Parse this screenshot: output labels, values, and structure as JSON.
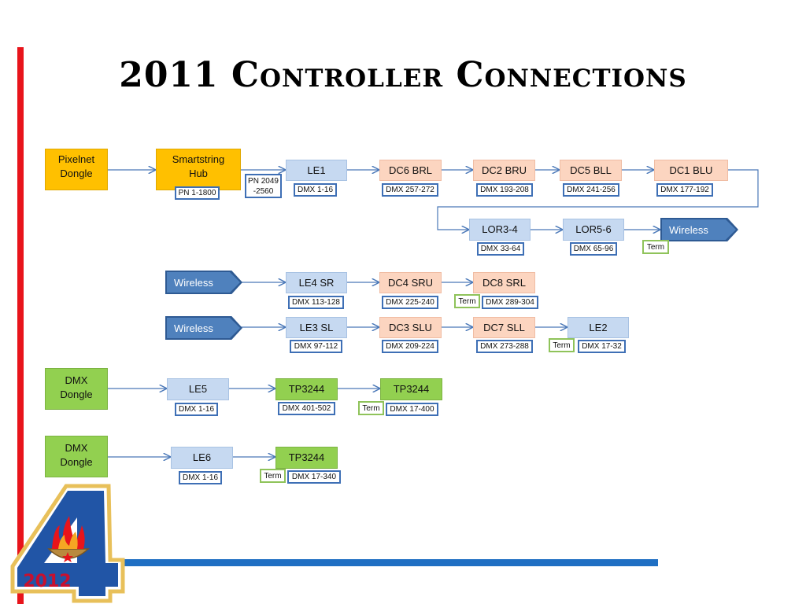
{
  "title": "2011 Controller Connections",
  "logo": {
    "year": "2012",
    "icon": "torch-cauldron-icon"
  },
  "colors": {
    "dongle_pixelnet": "#ffc000",
    "dongle_dmx": "#92d050",
    "controller_le": "#c6d9f1",
    "controller_dc": "#fcd5c0",
    "wireless": "#4f81bd",
    "dmx_tag_border": "#3e6fb5",
    "term_border": "#8fc35a",
    "accent_red": "#e8141b",
    "accent_blue": "#1f6fc3"
  },
  "nodes": {
    "pixelnet_dongle": "Pixelnet\nDongle",
    "smartstring_hub": "Smartstring\nHub",
    "le1": "LE1",
    "dc6_brl": "DC6 BRL",
    "dc2_bru": "DC2 BRU",
    "dc5_bll": "DC5 BLL",
    "dc1_blu": "DC1 BLU",
    "lor3_4": "LOR3-4",
    "lor5_6": "LOR5-6",
    "wireless_1": "Wireless",
    "wireless_2": "Wireless",
    "le4_sr": "LE4 SR",
    "dc4_sru": "DC4 SRU",
    "dc8_srl": "DC8 SRL",
    "wireless_3": "Wireless",
    "le3_sl": "LE3 SL",
    "dc3_slu": "DC3 SLU",
    "dc7_sll": "DC7 SLL",
    "le2": "LE2",
    "dmx_dongle_1": "DMX\nDongle",
    "le5": "LE5",
    "tp3244_a": "TP3244",
    "tp3244_b": "TP3244",
    "dmx_dongle_2": "DMX\nDongle",
    "le6": "LE6",
    "tp3244_c": "TP3244"
  },
  "tags": {
    "pn_1_1800": "PN 1-1800",
    "pn_2049_2560": "PN 2049\n-2560",
    "le1": "DMX 1-16",
    "dc6_brl": "DMX 257-272",
    "dc2_bru": "DMX 193-208",
    "dc5_bll": "DMX 241-256",
    "dc1_blu": "DMX 177-192",
    "lor3_4": "DMX 33-64",
    "lor5_6": "DMX 65-96",
    "le4_sr": "DMX 113-128",
    "dc4_sru": "DMX 225-240",
    "dc8_srl": "DMX 289-304",
    "le3_sl": "DMX 97-112",
    "dc3_slu": "DMX 209-224",
    "dc7_sll": "DMX 273-288",
    "le2": "DMX 17-32",
    "le5": "DMX 1-16",
    "tp3244_a": "DMX 401-502",
    "tp3244_b": "DMX 17-400",
    "le6": "DMX 1-16",
    "tp3244_c": "DMX 17-340"
  },
  "terms": {
    "row2": "Term",
    "row3": "Term",
    "row4": "Term",
    "row5": "Term",
    "row6": "Term"
  }
}
